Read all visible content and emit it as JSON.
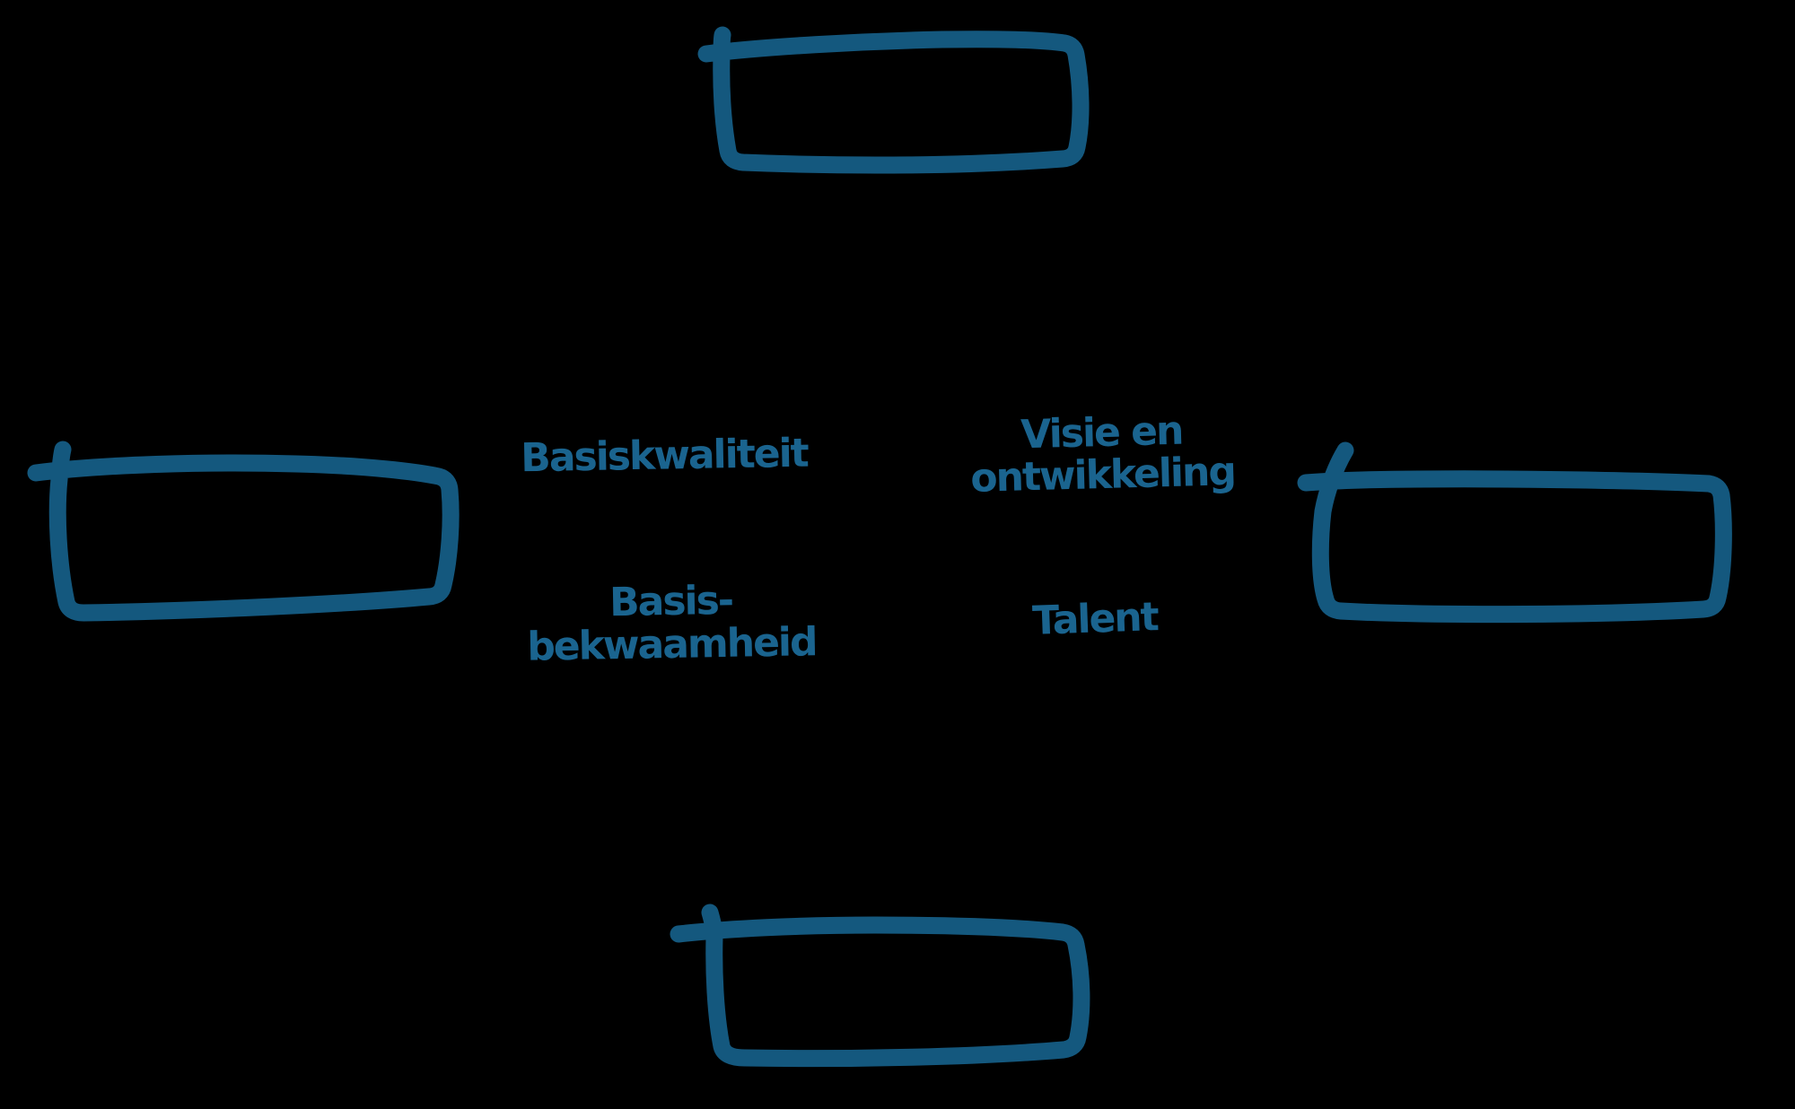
{
  "diagram": {
    "type": "quadrant-sketch",
    "colors": {
      "background": "#000000",
      "box_stroke": "#14587E",
      "label_text": "#1A648F"
    },
    "boxes": [
      {
        "id": "top-box"
      },
      {
        "id": "left-box"
      },
      {
        "id": "right-box"
      },
      {
        "id": "bottom-box"
      }
    ],
    "labels": {
      "basiskwaliteit": {
        "lines": [
          "Basiskwaliteit"
        ]
      },
      "visie_en_ontwikkeling": {
        "lines": [
          "Visie en",
          "ontwikkeling"
        ]
      },
      "basis_bekwaamheid": {
        "lines": [
          "Basis-",
          "bekwaamheid"
        ]
      },
      "talent": {
        "lines": [
          "Talent"
        ]
      }
    }
  }
}
